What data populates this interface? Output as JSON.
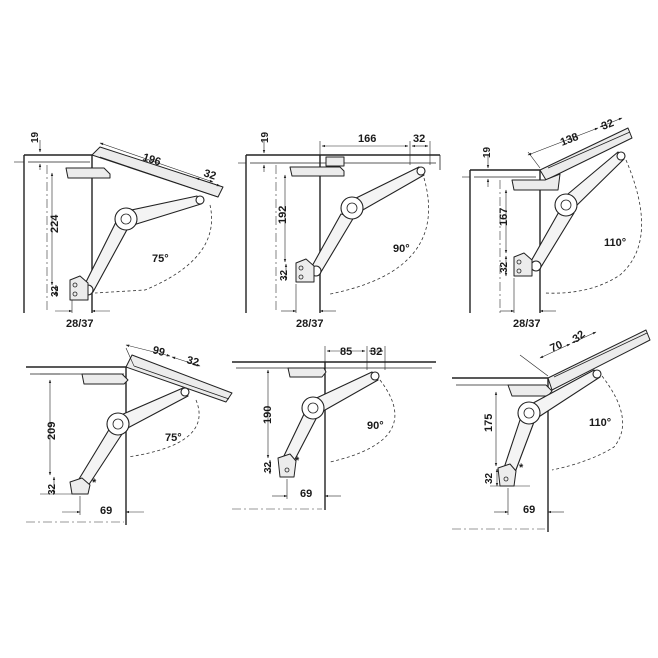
{
  "panels": [
    {
      "id": "a",
      "labels": {
        "gap": "19",
        "horizontal": "196",
        "arm_offset": "32",
        "height": "224",
        "bracket": "32",
        "width": "28/37",
        "angle": "75°"
      }
    },
    {
      "id": "b",
      "labels": {
        "gap": "19",
        "horizontal": "166",
        "arm_offset": "32",
        "height": "192",
        "bracket": "32",
        "width": "28/37",
        "angle": "90°"
      }
    },
    {
      "id": "c",
      "labels": {
        "gap": "19",
        "horizontal": "138",
        "arm_offset": "32",
        "height": "167",
        "bracket": "32",
        "width": "28/37",
        "angle": "110°"
      }
    },
    {
      "id": "d",
      "labels": {
        "horizontal": "99",
        "arm_offset": "32",
        "height": "209",
        "bracket": "32",
        "width": "69",
        "angle": "75°",
        "note": "*"
      }
    },
    {
      "id": "e",
      "labels": {
        "horizontal": "85",
        "arm_offset": "32",
        "height": "190",
        "bracket": "32",
        "width": "69",
        "angle": "90°",
        "note": "*"
      }
    },
    {
      "id": "f",
      "labels": {
        "horizontal": "70",
        "arm_offset": "32",
        "height": "175",
        "bracket": "32",
        "width": "69",
        "angle": "110°",
        "note": "*"
      }
    }
  ]
}
